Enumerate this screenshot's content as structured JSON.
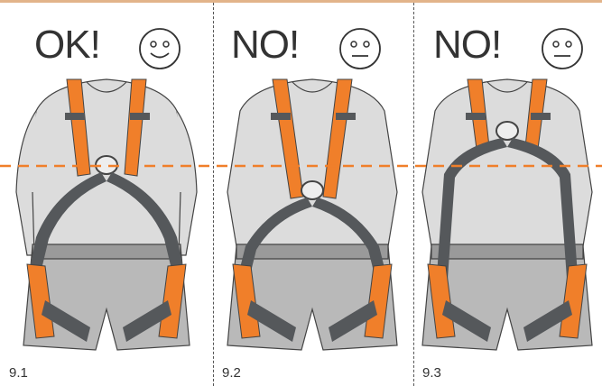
{
  "panels": [
    {
      "verdict": "OK!",
      "face": "smiley-face-icon",
      "figure": "9.1"
    },
    {
      "verdict": "NO!",
      "face": "neutral-face-icon",
      "figure": "9.2"
    },
    {
      "verdict": "NO!",
      "face": "neutral-face-icon",
      "figure": "9.3"
    }
  ],
  "colors": {
    "strap_orange": "#f07f2a",
    "strap_grey": "#55585b",
    "shirt": "#dcdcdc",
    "pants": "#b9b9b9",
    "guide_line": "#f07f2a"
  }
}
